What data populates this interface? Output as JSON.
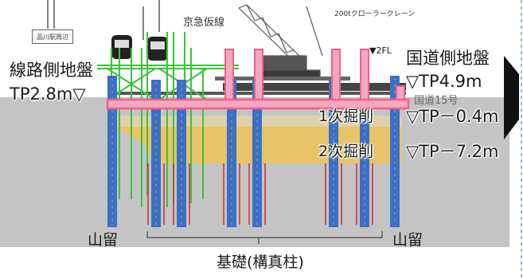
{
  "labels": {
    "track_side_ground": "線路側地盤",
    "track_side_tp": "TP2.8m▽",
    "road_side_ground": "国道側地盤",
    "road_side_tp": "▽TP4.9m",
    "excavation_1": "1次掘削",
    "excavation_1_tp": "▽TP－0.4m",
    "excavation_2": "2次掘削",
    "excavation_2_tp": "▽TP－7.2m",
    "earth_retaining_left": "山留",
    "earth_retaining_right": "山留",
    "foundation": "基礎(構真柱)",
    "keikyu_temp_line": "京急仮線",
    "crane": "200tクローラークレーン",
    "floor_marker": "▼2FL",
    "route_15": "国道15号",
    "sign_text": "品川駅周辺"
  },
  "colors": {
    "ground": "#c4c4c4",
    "excavation": "#ecc35f",
    "pile_blue": "#3d70c2",
    "strut_pink": "#f0608a",
    "strut_fill": "#f4a8c0",
    "temp_frame_green": "#3cc23c",
    "pile_red_line": "#d42a2a"
  }
}
